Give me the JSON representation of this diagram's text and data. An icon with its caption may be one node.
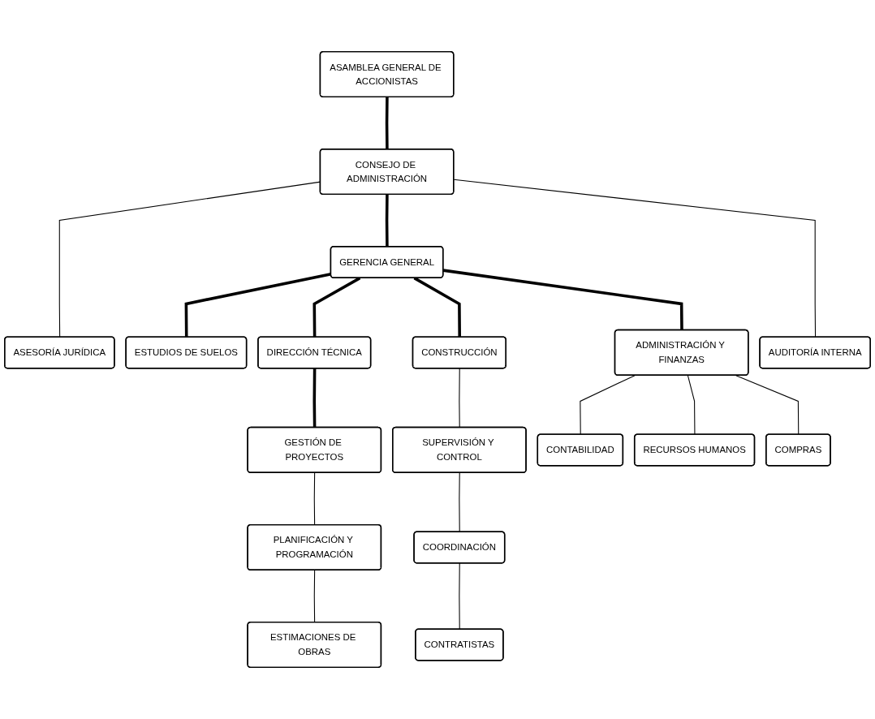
{
  "diagram": {
    "nodes": [
      {
        "text": [
          "ASAMBLEA GENERAL DE ACCIONISTAS"
        ]
      },
      {
        "text": [
          "CONSEJO DE ADMINISTRACIÓN"
        ]
      },
      {
        "text": [
          "ASESORÍA JURÍDICA"
        ]
      },
      {
        "text": [
          "AUDITORÍA INTERNA"
        ]
      },
      {
        "text": [
          "GERENCIA GENERAL"
        ]
      },
      {
        "text": [
          "ESTUDIOS DE SUELOS"
        ]
      },
      {
        "text": [
          "DIRECCIÓN TÉCNICA"
        ]
      },
      {
        "text": [
          "CONSTRUCCIÓN"
        ]
      },
      {
        "text": [
          "ADMINISTRACIÓN Y FINANZAS"
        ]
      },
      {
        "text": [
          "GESTIÓN DE PROYECTOS"
        ]
      },
      {
        "text": [
          "SUPERVISIÓN Y CONTROL"
        ]
      },
      {
        "text": [
          "PLANIFICACIÓN Y PROGRAMACIÓN"
        ]
      },
      {
        "text": [
          "COORDINACIÓN"
        ]
      },
      {
        "text": [
          "ESTIMACIONES DE OBRAS"
        ]
      },
      {
        "text": [
          "CONTRATISTAS"
        ]
      },
      {
        "text": [
          "CONTABILIDAD"
        ]
      },
      {
        "text": [
          "RECURSOS HUMANOS"
        ]
      },
      {
        "text": [
          "COMPRAS"
        ]
      }
    ],
    "edges": [
      {
        "from": 0,
        "to": 1,
        "arrow": "none",
        "style": "thick"
      },
      {
        "from": 1,
        "to": 2,
        "arrow": "none"
      },
      {
        "from": 1,
        "to": 3,
        "arrow": "none"
      },
      {
        "from": 1,
        "to": 4,
        "arrow": "none",
        "style": "thick"
      },
      {
        "from": 4,
        "to": 5,
        "arrow": "none",
        "style": "thick"
      },
      {
        "from": 4,
        "to": 6,
        "arrow": "none",
        "style": "thick"
      },
      {
        "from": 4,
        "to": 7,
        "arrow": "none",
        "style": "thick"
      },
      {
        "from": 4,
        "to": 8,
        "arrow": "none",
        "style": "thick"
      },
      {
        "from": 6,
        "to": 9,
        "arrow": "none",
        "style": "thick"
      },
      {
        "from": 9,
        "to": 11,
        "arrow": "none"
      },
      {
        "from": 11,
        "to": 13,
        "arrow": "none"
      },
      {
        "from": 7,
        "to": 10,
        "arrow": "none"
      },
      {
        "from": 10,
        "to": 12,
        "arrow": "none"
      },
      {
        "from": 12,
        "to": 14,
        "arrow": "none"
      },
      {
        "from": 8,
        "to": 15,
        "arrow": "none"
      },
      {
        "from": 8,
        "to": 16,
        "arrow": "none"
      },
      {
        "from": 8,
        "to": 17,
        "arrow": "none"
      }
    ]
  }
}
